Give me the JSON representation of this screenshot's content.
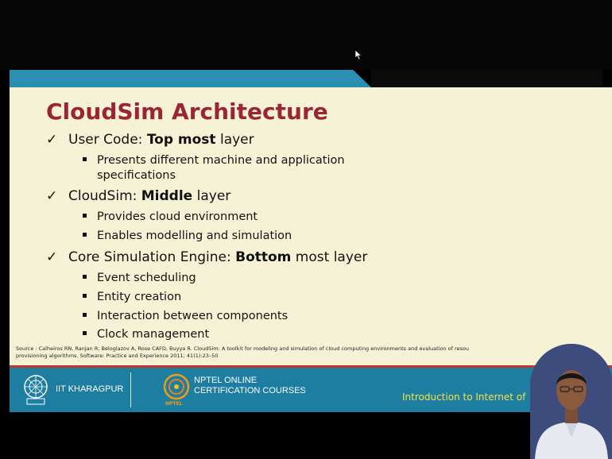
{
  "slide": {
    "title": "CloudSim Architecture",
    "points": [
      {
        "prefix": "User Code: ",
        "bold": "Top most",
        "suffix": " layer",
        "subpoints": [
          "Presents different machine and application",
          "specifications"
        ]
      },
      {
        "prefix": "CloudSim: ",
        "bold": "Middle",
        "suffix": " layer",
        "subpoints": [
          "Provides cloud environment",
          "Enables modelling and simulation"
        ]
      },
      {
        "prefix": "Core Simulation Engine: ",
        "bold": "Bottom",
        "suffix": " most layer",
        "subpoints": [
          "Event scheduling",
          "Entity creation",
          "Interaction between components",
          "Clock management"
        ]
      }
    ],
    "source_line1": "Source : Calheiros RN, Ranjan R, Beloglazov A, Rose CAFD, Buyya R. CloudSim: A toolkit for modeling and simulation of cloud computing environments and evaluation of resou",
    "source_line2": "provisioning algorithms. Software: Practice and Experience 2011; 41(1):23–50"
  },
  "footer": {
    "institute": "IIT KHARAGPUR",
    "nptel_line1": "NPTEL ONLINE",
    "nptel_line2": "CERTIFICATION COURSES",
    "nptel_mark": "NPTEL",
    "course": "Introduction to Internet of"
  },
  "icons": {
    "check": "checkmark-icon",
    "bullet": "square-bullet-icon",
    "cursor": "mouse-cursor-icon"
  },
  "colors": {
    "title": "#9b2535",
    "slide_bg": "#f6f2d6",
    "footer_bg": "#1e7ea1",
    "accent_strip": "#2a8fb0",
    "course_text": "#f4e04d",
    "red_line": "#c0392b"
  }
}
